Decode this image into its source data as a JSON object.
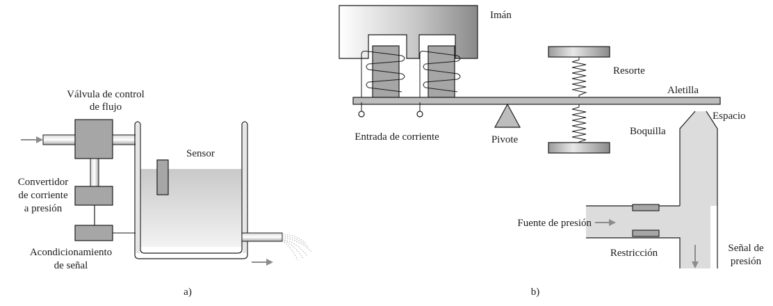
{
  "panel_a": {
    "caption": "a)",
    "valve_label": [
      "Válvula de control",
      "de flujo"
    ],
    "sensor_label": "Sensor",
    "converter_label": [
      "Convertidor",
      "de corriente",
      "a presión"
    ],
    "conditioning_label": [
      "Acondicionamiento",
      "de señal"
    ]
  },
  "panel_b": {
    "caption": "b)",
    "magnet_label": "Imán",
    "spring_label": "Resorte",
    "flapper_label": "Aletilla",
    "gap_label": "Espacio",
    "nozzle_label": "Boquilla",
    "current_input_label": "Entrada de corriente",
    "pivot_label": "Pivote",
    "pressure_source_label": "Fuente de presión",
    "restriction_label": "Restricción",
    "pressure_signal_label": [
      "Señal de",
      "presión"
    ]
  },
  "colors": {
    "block_gray": "#a6a6a6",
    "light_gray": "#dcdcdc",
    "arrow_gray": "#8c8c8c",
    "line": "#1a1a1a"
  }
}
